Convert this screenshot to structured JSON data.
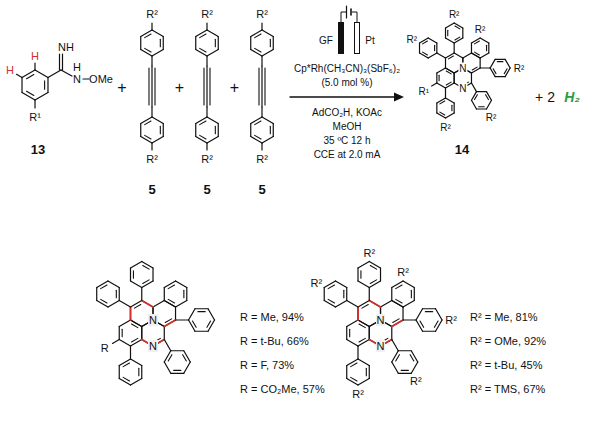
{
  "diagram": {
    "nodes": [
      {
        "text": [
          "R = Me, 94%",
          "R = t-Bu, 66%",
          "R = F, 73%",
          "R = CO₂Me, 57%",
          "R² = Me, 81%",
          "R² = OMe, 92%",
          "R² = t-Bu, 45%",
          "R² = TMS, 67%"
        ]
      }
    ],
    "labels": [
      "H",
      "H",
      "NH",
      "N",
      "H",
      "OMe",
      "R¹",
      "13",
      "+",
      "R²",
      "R²",
      "5",
      "+",
      "R²",
      "R²",
      "5",
      "+",
      "R²",
      "R²",
      "5",
      "GF",
      "Pt",
      "Cp*Rh(CH₃CN)₃(SbF₆)₂",
      "(5.0 mol %)",
      "AdCO₂H, KOAc",
      "MeOH",
      "35 ºC 12 h",
      "CCE at 2.0 mA",
      "R²",
      "R²",
      "R²",
      "R²",
      "R²",
      "R²",
      "N",
      "N",
      "R¹",
      "14",
      "+ 2",
      "H₂",
      "N",
      "N",
      "R",
      "R²",
      "R²",
      "R²",
      "R²",
      "R²",
      "R²",
      "N",
      "N"
    ]
  }
}
